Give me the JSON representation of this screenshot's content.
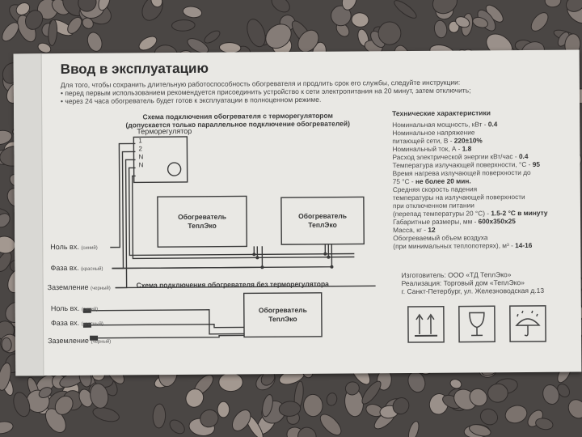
{
  "title": "Ввод в эксплуатацию",
  "intro": [
    "Для того, чтобы сохранить длительную работоспособность обогревателя и продлить срок его службы, следуйте инструкции:",
    "• перед первым использованием рекомендуется присоединить устройство к сети электропитания на 20 минут, затем отключить;",
    "• через 24 часа обогреватель будет готов к эксплуатации в полноценном режиме."
  ],
  "scheme1": {
    "title": "Схема подключения обогревателя с терморегулятором",
    "subtitle": "(допускается только параллельное подключение обогревателей)",
    "thermostat_label": "Терморегулятор",
    "terminals": [
      "1",
      "2",
      "N",
      "N"
    ],
    "heater_label_1": "Обогреватель",
    "heater_label_2": "ТеплЭко",
    "wire_neutral": "Ноль вх.",
    "wire_neutral_note": "(синий)",
    "wire_phase": "Фаза вх.",
    "wire_phase_note": "(красный)",
    "wire_ground": "Заземление",
    "wire_ground_note": "(черный)"
  },
  "scheme2": {
    "title": "Схема подключения обогревателя без терморегулятора",
    "heater_label_1": "Обогреватель",
    "heater_label_2": "ТеплЭко",
    "wire_neutral": "Ноль вх.",
    "wire_neutral_note": "(синий)",
    "wire_phase": "Фаза вх.",
    "wire_phase_note": "(красный)",
    "wire_ground": "Заземление",
    "wire_ground_note": "(черный)"
  },
  "specs": {
    "title": "Технические характеристики",
    "lines": [
      {
        "text": "Номинальная мощность, кВт - ",
        "value": "0.4"
      },
      {
        "text": "Номинальное напряжение",
        "value": ""
      },
      {
        "text": "питающей сети, В - ",
        "value": "220±10%"
      },
      {
        "text": "Номинальный ток, А - ",
        "value": "1.8"
      },
      {
        "text": "Расход электрической энергии кВт/час - ",
        "value": "0.4"
      },
      {
        "text": "Температура излучающей поверхности, °С - ",
        "value": "95"
      },
      {
        "text": "Время нагрева излучающей поверхности до",
        "value": ""
      },
      {
        "text": "75 °С - ",
        "value": "не более 20 мин."
      },
      {
        "text": "Средняя скорость падения",
        "value": ""
      },
      {
        "text": "температуры на излучающей поверхности",
        "value": ""
      },
      {
        "text": "при отключенном питании",
        "value": ""
      },
      {
        "text": "(перепад температуры 20 °С) - ",
        "value": "1.5-2 °С в минуту"
      },
      {
        "text": "Габаритные размеры, мм - ",
        "value": "600x350x25"
      },
      {
        "text": "Масса, кг - ",
        "value": "12"
      },
      {
        "text": "Обогреваемый объем воздуха",
        "value": ""
      },
      {
        "text": "(при минимальных теплопотерях), м³ - ",
        "value": "14-16"
      }
    ]
  },
  "maker": [
    "Изготовитель: ООО «ТД ТеплЭко»",
    "Реализация: Торговый дом «ТеплЭко»",
    "г. Санкт-Петербург, ул. Железноводская д.13"
  ],
  "icons": [
    "this-way-up-icon",
    "fragile-icon",
    "keep-dry-icon"
  ],
  "colors": {
    "cardboard": "#e9e8e4",
    "ink": "#3a3a3a",
    "gravel": "#4a4644"
  }
}
